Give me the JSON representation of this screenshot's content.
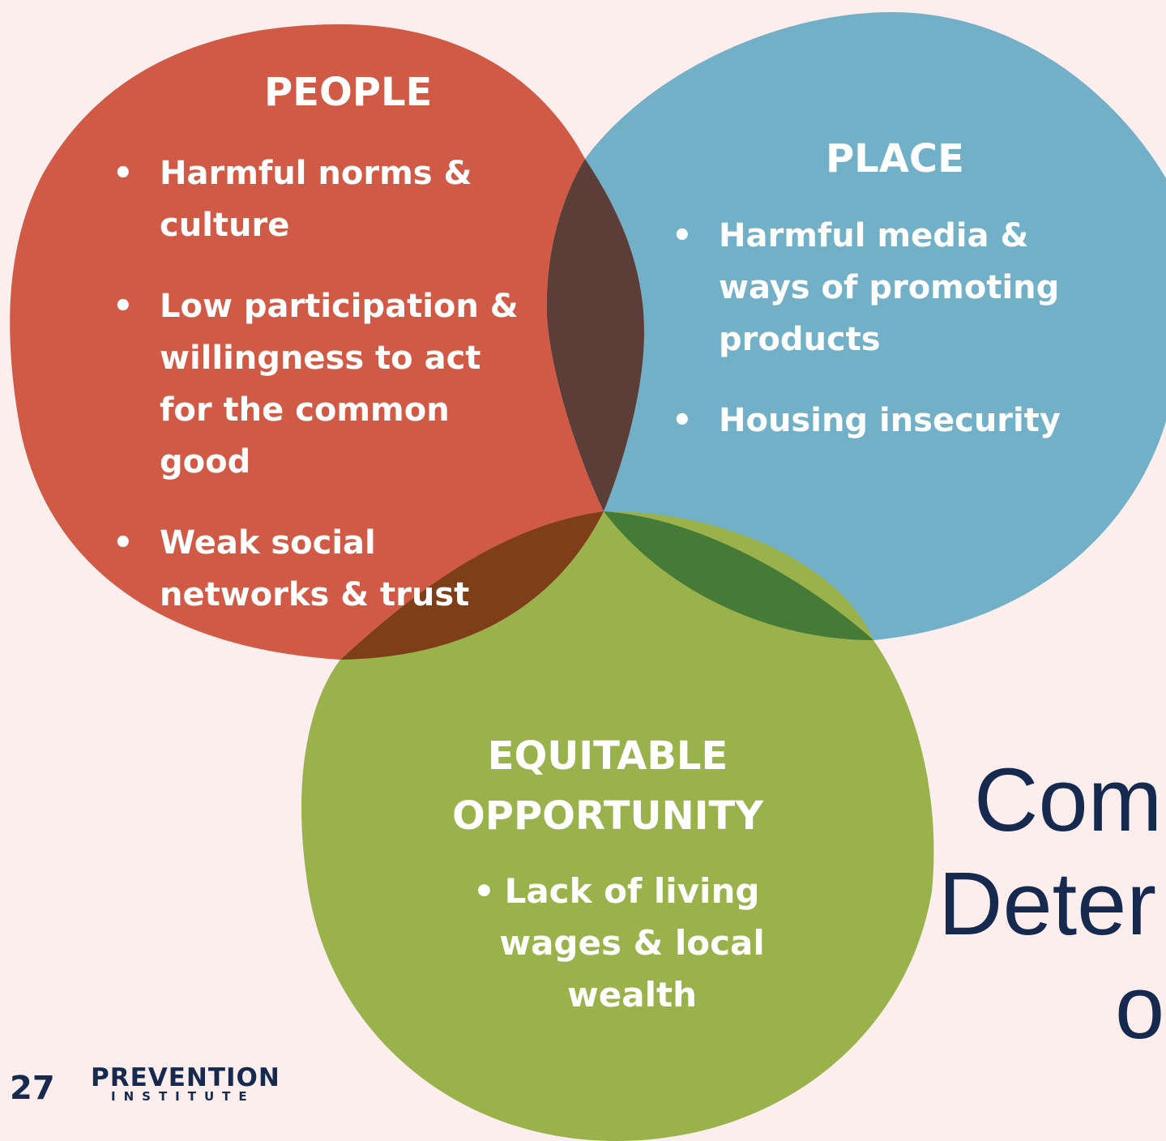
{
  "diagram": {
    "people": {
      "title": "PEOPLE",
      "items": [
        "Harmful norms & culture",
        "Low participation & willingness to act for the common good",
        "Weak social networks & trust"
      ],
      "color": "#d05a45"
    },
    "place": {
      "title": "PLACE",
      "items": [
        "Harmful media & ways of promoting products",
        "Housing insecurity"
      ],
      "color": "#72b0c8"
    },
    "equitable_opportunity": {
      "title": "EQUITABLE OPPORTUNITY",
      "items": [
        "Lack of living wages & local wealth"
      ],
      "color": "#9ab24c"
    },
    "overlap_colors": {
      "people_place": "#5b3e38",
      "people_opportunity": "#7d3e18",
      "place_opportunity": "#467b37"
    }
  },
  "heading": {
    "line1": "Com",
    "line2": "Deter",
    "line3": "o"
  },
  "footer": {
    "page_number": "27",
    "logo_main": "PREVENTION",
    "logo_sub": "INSTITUTE"
  }
}
